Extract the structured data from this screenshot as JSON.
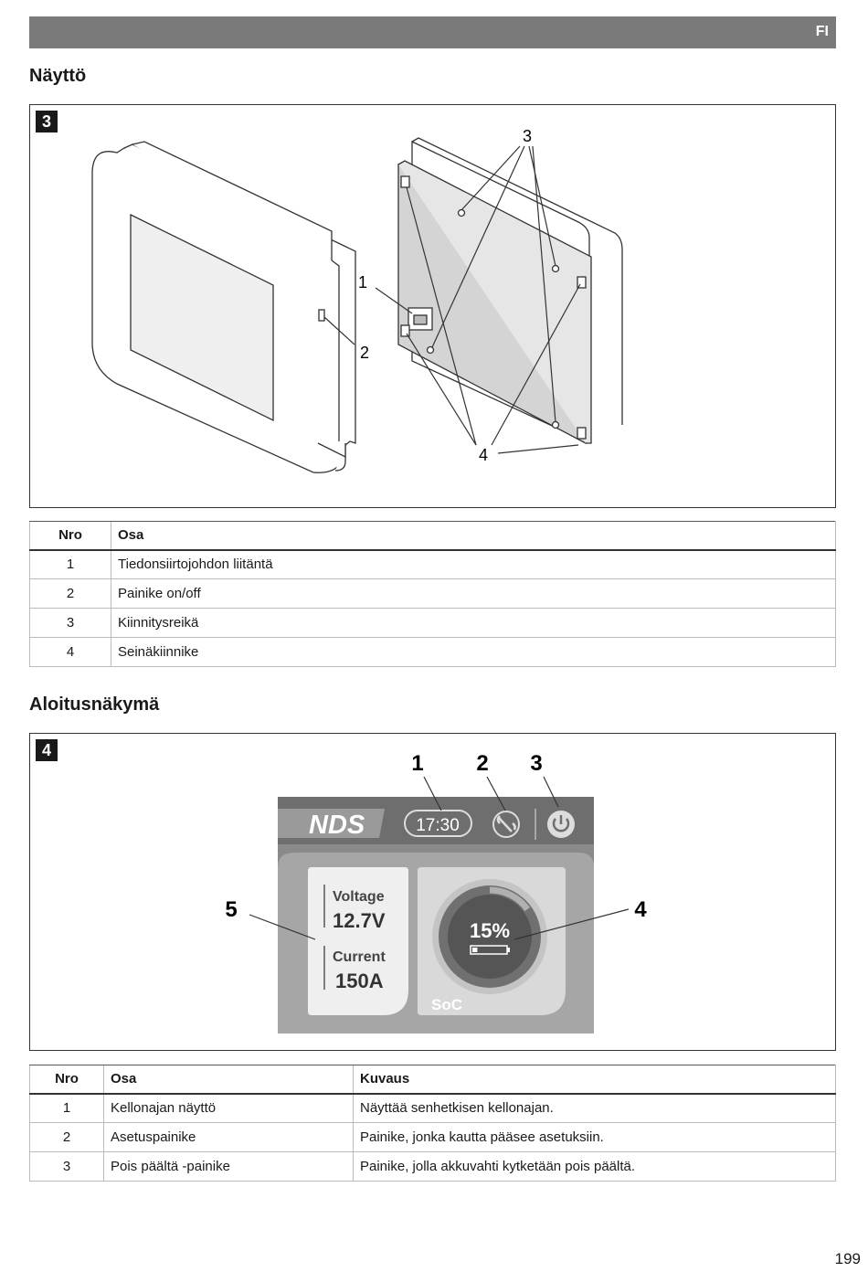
{
  "header": {
    "lang": "FI"
  },
  "section1": {
    "title": "Näyttö",
    "figure_number": "3",
    "callouts": [
      "1",
      "2",
      "3",
      "4"
    ],
    "table": {
      "headers": [
        "Nro",
        "Osa"
      ],
      "rows": [
        [
          "1",
          "Tiedonsiirtojohdon liitäntä"
        ],
        [
          "2",
          "Painike on/off"
        ],
        [
          "3",
          "Kiinnitysreikä"
        ],
        [
          "4",
          "Seinäkiinnike"
        ]
      ]
    }
  },
  "section2": {
    "title": "Aloitusnäkymä",
    "figure_number": "4",
    "callouts": [
      "1",
      "2",
      "3",
      "4",
      "5"
    ],
    "screen": {
      "logo": "NDS",
      "time": "17:30",
      "voltage_label": "Voltage",
      "voltage_value": "12.7V",
      "current_label": "Current",
      "current_value": "150A",
      "soc_percent": "15%",
      "soc_label": "SoC",
      "soc_level": 0.15,
      "icons": [
        "wrench-icon",
        "power-icon",
        "battery-icon"
      ]
    },
    "table": {
      "headers": [
        "Nro",
        "Osa",
        "Kuvaus"
      ],
      "rows": [
        [
          "1",
          "Kellonajan näyttö",
          "Näyttää senhetkisen kellonajan."
        ],
        [
          "2",
          "Asetuspainike",
          "Painike, jonka kautta pääsee asetuksiin."
        ],
        [
          "3",
          "Pois päältä -painike",
          "Painike, jolla akkuvahti kytketään pois päältä."
        ]
      ]
    }
  },
  "footer": {
    "page_number": "199"
  }
}
